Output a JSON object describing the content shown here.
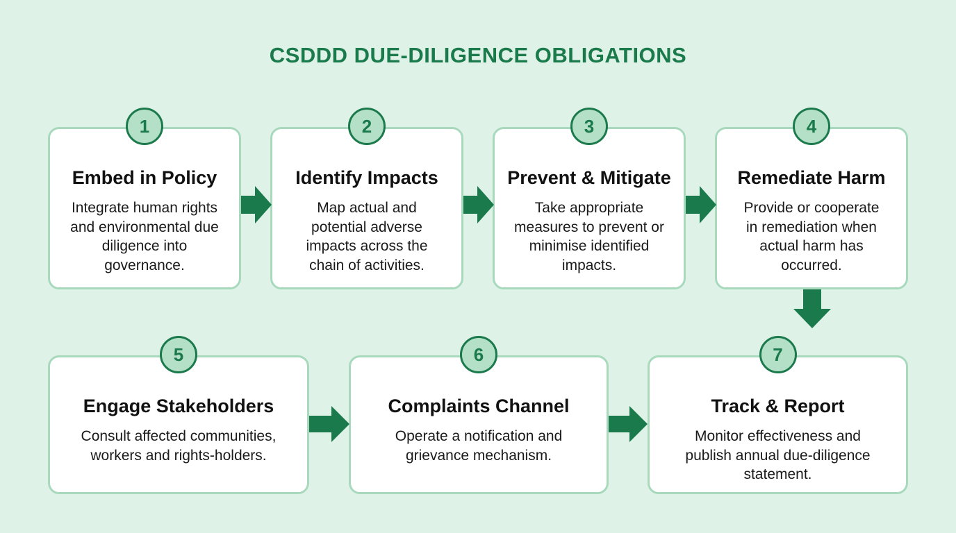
{
  "title": "CSDDD DUE-DILIGENCE OBLIGATIONS",
  "colors": {
    "background": "#dff2e7",
    "accent": "#1b7a4c",
    "card_border": "#a9d9bd",
    "badge_fill": "#b4e0c8"
  },
  "steps": [
    {
      "number": "1",
      "title": "Embed in Policy",
      "description": "Integrate human rights and environmental due diligence into governance."
    },
    {
      "number": "2",
      "title": "Identify Impacts",
      "description": "Map actual and potential adverse impacts across the chain of activities."
    },
    {
      "number": "3",
      "title": "Prevent & Mitigate",
      "description": "Take appropriate measures to prevent or minimise identified impacts."
    },
    {
      "number": "4",
      "title": "Remediate Harm",
      "description": "Provide or cooperate in remediation when actual harm has occurred."
    },
    {
      "number": "5",
      "title": "Engage Stakeholders",
      "description": "Consult affected communities, workers and rights-holders."
    },
    {
      "number": "6",
      "title": "Complaints Channel",
      "description": "Operate a notification and grievance mechanism."
    },
    {
      "number": "7",
      "title": "Track & Report",
      "description": "Monitor effectiveness and publish annual due-diligence statement."
    }
  ],
  "connectors": [
    {
      "from": "1",
      "to": "2",
      "direction": "right"
    },
    {
      "from": "2",
      "to": "3",
      "direction": "right"
    },
    {
      "from": "3",
      "to": "4",
      "direction": "right"
    },
    {
      "from": "4",
      "to": "7",
      "direction": "down"
    },
    {
      "from": "5",
      "to": "6",
      "direction": "right"
    },
    {
      "from": "6",
      "to": "7",
      "direction": "right"
    }
  ]
}
